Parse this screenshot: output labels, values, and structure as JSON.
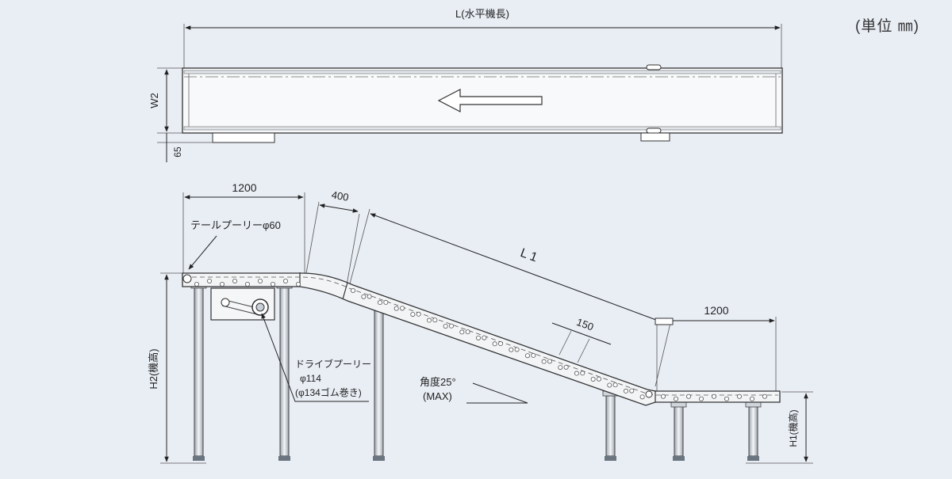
{
  "unit_label": "(単位 ㎜)",
  "top_view": {
    "length_label": "L(水平機長)",
    "width_label": "W2",
    "offset_label": "65"
  },
  "side_view": {
    "horizontal_left": "1200",
    "transition_length": "400",
    "incline_length": "L 1",
    "pitch": "150",
    "horizontal_right": "1200",
    "tail_pulley": "テールプーリーφ60",
    "drive_pulley_line1": "ドライブプーリー",
    "drive_pulley_line2": "φ114",
    "drive_pulley_line3": "(φ134ゴム巻き)",
    "angle_line1": "角度25°",
    "angle_line2": "(MAX)",
    "h2_label": "H2(機高)",
    "h1_label": "H1(機高)"
  }
}
